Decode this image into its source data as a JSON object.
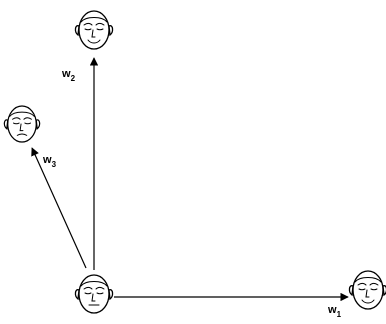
{
  "diagram": {
    "vectors": [
      {
        "id": "w1",
        "base": "w",
        "sub": "1"
      },
      {
        "id": "w2",
        "base": "w",
        "sub": "2"
      },
      {
        "id": "w3",
        "base": "w",
        "sub": "3"
      }
    ],
    "faces": [
      {
        "id": "origin",
        "expression": "neutral"
      },
      {
        "id": "w1-end",
        "expression": "smile"
      },
      {
        "id": "w2-end",
        "expression": "smile"
      },
      {
        "id": "w3-end",
        "expression": "slight-frown"
      }
    ]
  }
}
